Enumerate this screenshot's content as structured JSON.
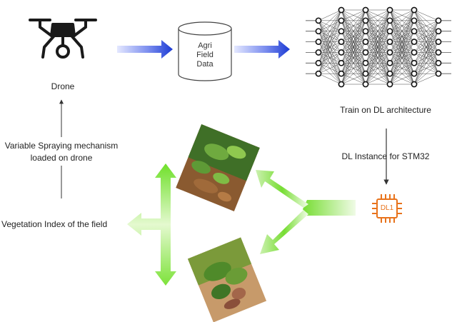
{
  "nodes": {
    "drone": {
      "label": "Drone",
      "icon": "drone-icon"
    },
    "database": {
      "line1": "Agri",
      "line2": "Field",
      "line3": "Data",
      "icon": "database-cylinder-icon"
    },
    "neural_net": {
      "label": "Train on DL architecture",
      "icon": "neural-network-icon"
    },
    "dl_instance": {
      "label": "DL Instance for STM32"
    },
    "chip": {
      "label": "DL1",
      "icon": "microchip-icon"
    },
    "spraying": {
      "line1": "Variable Spraying mechanism",
      "line2": "loaded on drone"
    },
    "veg_index": {
      "label": "Vegetation Index of the field"
    }
  },
  "images": [
    {
      "name": "field-photo-seedlings",
      "description_icon": "crop-photo"
    },
    {
      "name": "field-photo-plant",
      "description_icon": "crop-photo"
    }
  ],
  "colors": {
    "blue_arrow": "#1f3fd6",
    "green_arrow": "#66dd22",
    "chip_orange": "#e8731c",
    "line": "#444444"
  }
}
